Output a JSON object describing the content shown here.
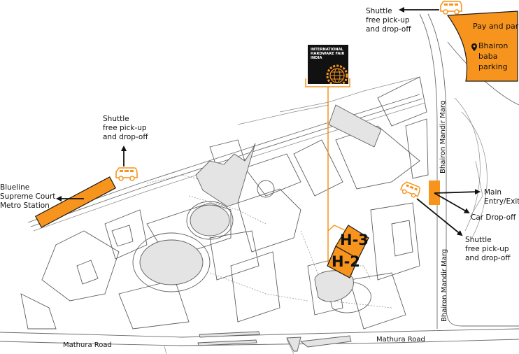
{
  "map": {
    "title": "International Hardware Fair India - Venue Access Map",
    "colors": {
      "accent": "#f7941d",
      "outline": "#5f5f5f",
      "building_fill": "#e4e4e4",
      "text": "#111111",
      "logo_bg": "#111111"
    },
    "logo": {
      "text": "INTERNATIONAL\nHARDWARE FAIR\nINDIA",
      "icon": "gear-globe-icon"
    },
    "halls": [
      {
        "id": "H-3",
        "label": "H-3"
      },
      {
        "id": "H-2",
        "label": "H-2"
      }
    ],
    "parking": {
      "title": "Pay and park",
      "location_icon": "map-pin-icon",
      "name": "Bhairon\nbaba\nparking"
    },
    "annotations": {
      "shuttle_top": "Shuttle\nfree pick-up\nand drop-off",
      "shuttle_left": "Shuttle\nfree pick-up\nand drop-off",
      "shuttle_right": "Shuttle\nfree pick-up\nand drop-off",
      "metro": "Blueline\nSupreme Court\nMetro Station",
      "main_entry": "Main\nEntry/Exit",
      "car_dropoff": "Car Drop-off"
    },
    "roads": {
      "mathura_left": "Mathura Road",
      "mathura_right": "Mathura Road",
      "bhairon_upper": "Bhairon Mandir Marg",
      "bhairon_lower": "Bhairon Mandir Marg"
    },
    "icons": {
      "shuttle": "shuttle-van-icon",
      "arrow": "arrow-icon"
    }
  }
}
